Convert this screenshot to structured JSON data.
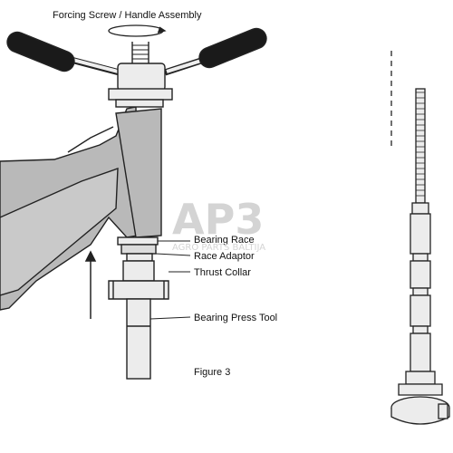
{
  "labels": {
    "forcing_screw": "Forcing Screw / Handle Assembly",
    "bearing_race": "Bearing Race",
    "race_adaptor": "Race Adaptor",
    "thrust_collar": "Thrust Collar",
    "bearing_press_tool": "Bearing Press Tool",
    "figure": "Figure 3"
  },
  "watermark": {
    "logo": "AP3",
    "tagline": "AGRO PARTS BALTIJA"
  },
  "colors": {
    "line": "#222222",
    "frame_fill": "#b9b9b9",
    "handle_grip": "#1a1a1a",
    "metal_fill": "#ececec",
    "watermark": "#d4d4d4"
  },
  "icons": [
    "rotation-arrow-icon",
    "push-arrow-icon"
  ]
}
